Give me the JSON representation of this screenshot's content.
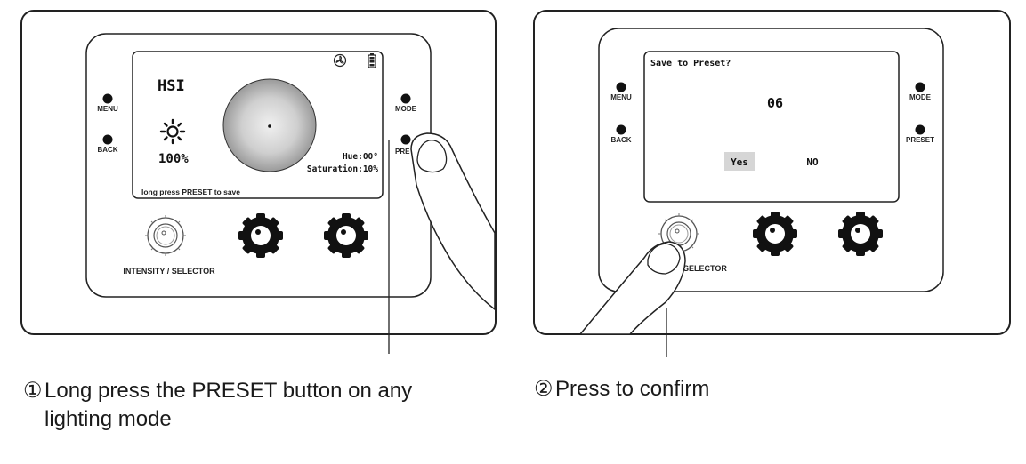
{
  "panel1": {
    "screen": {
      "mode_label": "HSI",
      "intensity": "100%",
      "hue": "Hue:00°",
      "saturation": "Saturation:10%",
      "hint": "long press PRESET to save"
    },
    "buttons": {
      "menu": "MENU",
      "back": "BACK",
      "mode": "MODE",
      "preset": "PRE"
    },
    "knob_label": "INTENSITY / SELECTOR",
    "caption": {
      "number": "①",
      "line1": "Long press the PRESET button on any",
      "line2": "lighting mode"
    }
  },
  "panel2": {
    "screen": {
      "title": "Save to Preset?",
      "preset_number": "06",
      "yes_label": "Yes",
      "no_label": "NO"
    },
    "buttons": {
      "menu": "MENU",
      "back": "BACK",
      "mode": "MODE",
      "preset": "PRESET"
    },
    "knob_label": "SELECTOR",
    "caption": {
      "number": "②",
      "line1": "Press to confirm"
    }
  },
  "icons": [
    "sun-icon",
    "fan-icon",
    "battery-icon",
    "color-wheel",
    "hand-icon",
    "knob-icon"
  ]
}
